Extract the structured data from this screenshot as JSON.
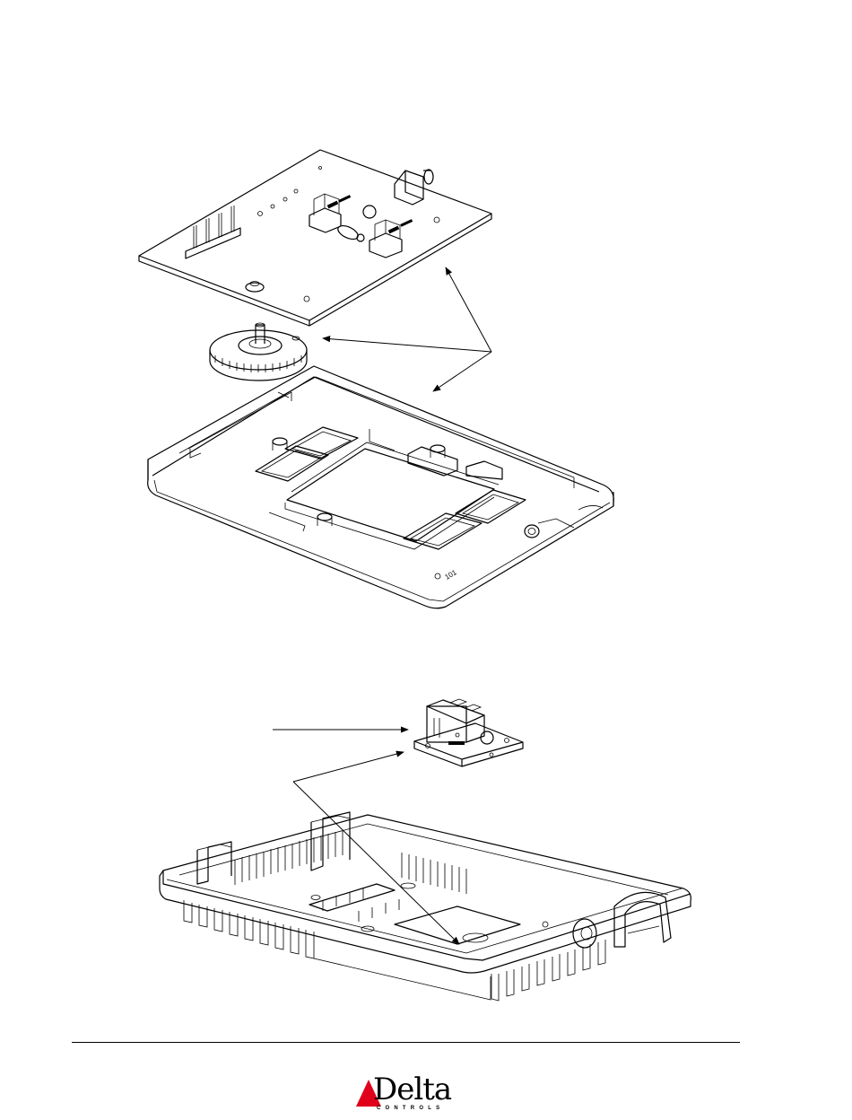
{
  "brand": {
    "name": "Delta",
    "tagline": "CONTROLS",
    "accent_color": "#e0001b"
  },
  "figures": [
    {
      "id": "top-assembly",
      "parts": [
        "circuit-board",
        "setpoint-dial",
        "enclosure-cover"
      ]
    },
    {
      "id": "bottom-assembly",
      "parts": [
        "terminal-connector",
        "enclosure-base"
      ]
    }
  ]
}
